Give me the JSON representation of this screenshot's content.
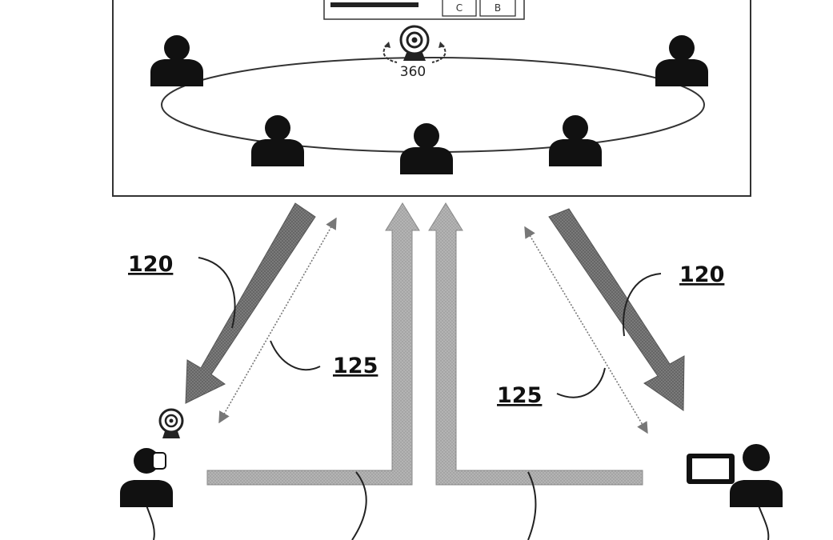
{
  "diagram": {
    "camera_label": "360",
    "display_tabs": [
      "C",
      "B"
    ],
    "labels": {
      "arrow_left": "120",
      "arrow_right": "120",
      "link_left": "125",
      "link_right": "125"
    },
    "colors": {
      "ink": "#111111",
      "arrow_dark": "#6f6f6f",
      "arrow_light": "#a9a9a9"
    }
  }
}
